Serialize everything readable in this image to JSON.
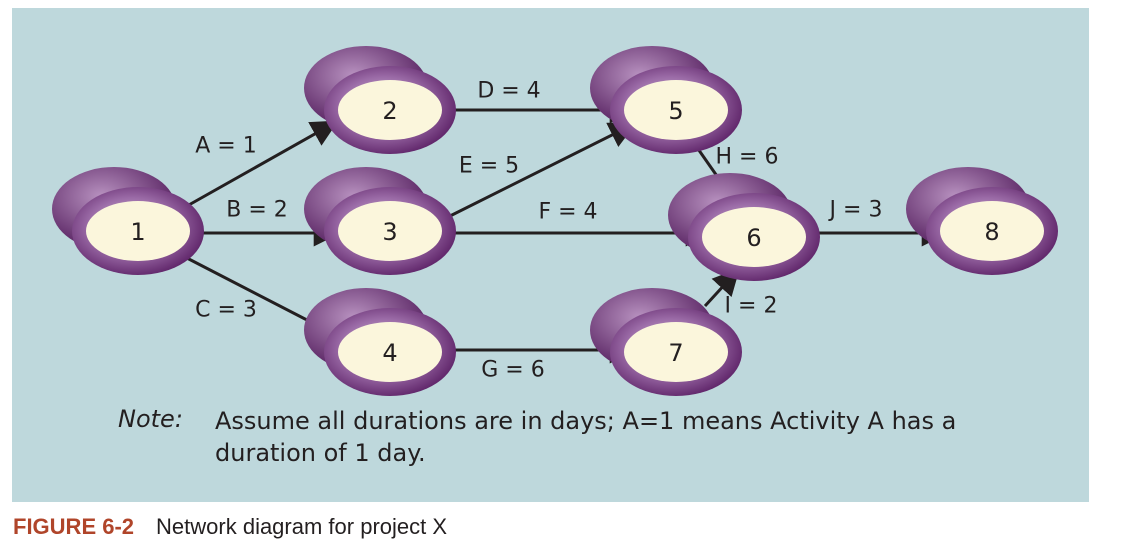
{
  "colors": {
    "background_panel": "#bed8dc",
    "node_purple": "#6a2a74",
    "node_face": "#fbf6dc",
    "arrow": "#231f20",
    "caption_label": "#b0452a"
  },
  "nodes": [
    {
      "id": "n1",
      "label": "1"
    },
    {
      "id": "n2",
      "label": "2"
    },
    {
      "id": "n3",
      "label": "3"
    },
    {
      "id": "n4",
      "label": "4"
    },
    {
      "id": "n5",
      "label": "5"
    },
    {
      "id": "n6",
      "label": "6"
    },
    {
      "id": "n7",
      "label": "7"
    },
    {
      "id": "n8",
      "label": "8"
    }
  ],
  "edges": [
    {
      "from": "1",
      "to": "2",
      "label": "A = 1"
    },
    {
      "from": "1",
      "to": "3",
      "label": "B = 2"
    },
    {
      "from": "1",
      "to": "4",
      "label": "C = 3"
    },
    {
      "from": "2",
      "to": "5",
      "label": "D = 4"
    },
    {
      "from": "3",
      "to": "5",
      "label": "E = 5"
    },
    {
      "from": "3",
      "to": "6",
      "label": "F = 4"
    },
    {
      "from": "4",
      "to": "7",
      "label": "G = 6"
    },
    {
      "from": "5",
      "to": "6",
      "label": "H = 6"
    },
    {
      "from": "7",
      "to": "6",
      "label": "I = 2"
    },
    {
      "from": "6",
      "to": "8",
      "label": "J = 3"
    }
  ],
  "note": {
    "label": "Note:",
    "text": "Assume all durations are in days; A=1 means Activity A has a duration of 1 day."
  },
  "caption": {
    "label": "FIGURE 6-2",
    "text": "Network diagram for project X"
  }
}
